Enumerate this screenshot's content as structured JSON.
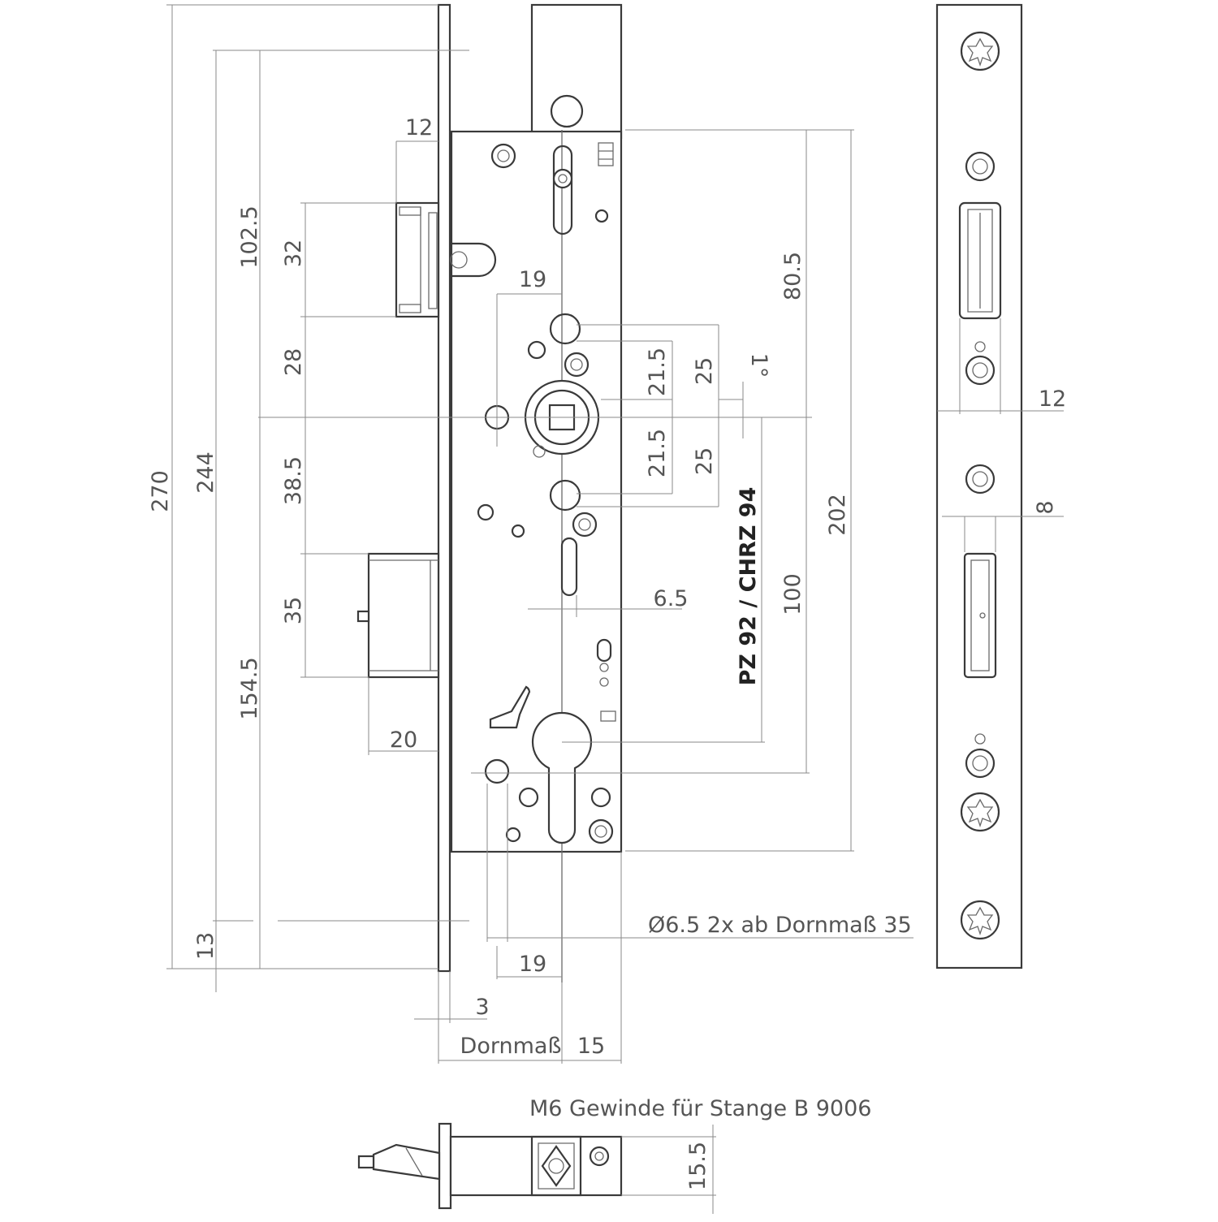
{
  "drawing": {
    "colors": {
      "line": "#3a3a3a",
      "dimension": "#8a8a8a",
      "text": "#555555",
      "background": "#ffffff"
    },
    "notes": {
      "bore_note": "Ø6.5  2x ab Dornmaß 35",
      "thread_note": "M6 Gewinde für Stange B 9006",
      "cylinder_note": "PZ 92 / CHRZ 94",
      "backset_label": "Dornmaß"
    },
    "dimensions": {
      "d270": "270",
      "d244": "244",
      "d13": "13",
      "d102_5": "102.5",
      "d154_5": "154.5",
      "d32": "32",
      "d28": "28",
      "d38_5": "38.5",
      "d35": "35",
      "d12_top": "12",
      "d20": "20",
      "d19_top": "19",
      "d19_bottom": "19",
      "d21_5_top": "21.5",
      "d21_5_bottom": "21.5",
      "d25_top": "25",
      "d25_bottom": "25",
      "d1deg": "1°",
      "d6_5": "6.5",
      "d80_5": "80.5",
      "d100": "100",
      "d202": "202",
      "d3": "3",
      "d15": "15",
      "d12_side": "12",
      "d8_side": "8",
      "d15_5": "15.5"
    }
  }
}
